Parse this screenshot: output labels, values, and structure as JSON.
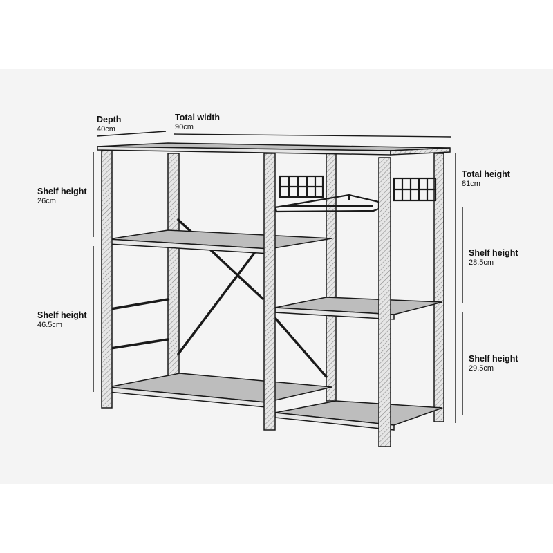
{
  "dimensions": {
    "depth": {
      "label": "Depth",
      "value": "40cm"
    },
    "total_width": {
      "label": "Total width",
      "value": "90cm"
    },
    "total_height": {
      "label": "Total height",
      "value": "81cm"
    },
    "shelf_left_top": {
      "label": "Shelf height",
      "value": "26cm"
    },
    "shelf_left_bottom": {
      "label": "Shelf height",
      "value": "46.5cm"
    },
    "shelf_right_middle": {
      "label": "Shelf height",
      "value": "28.5cm"
    },
    "shelf_right_bottom": {
      "label": "Shelf height",
      "value": "29.5cm"
    }
  },
  "colors": {
    "background": "#f4f4f4",
    "outline": "#1a1a1a",
    "wood": "#bdbdbd",
    "frame": "#e6e6e6"
  }
}
